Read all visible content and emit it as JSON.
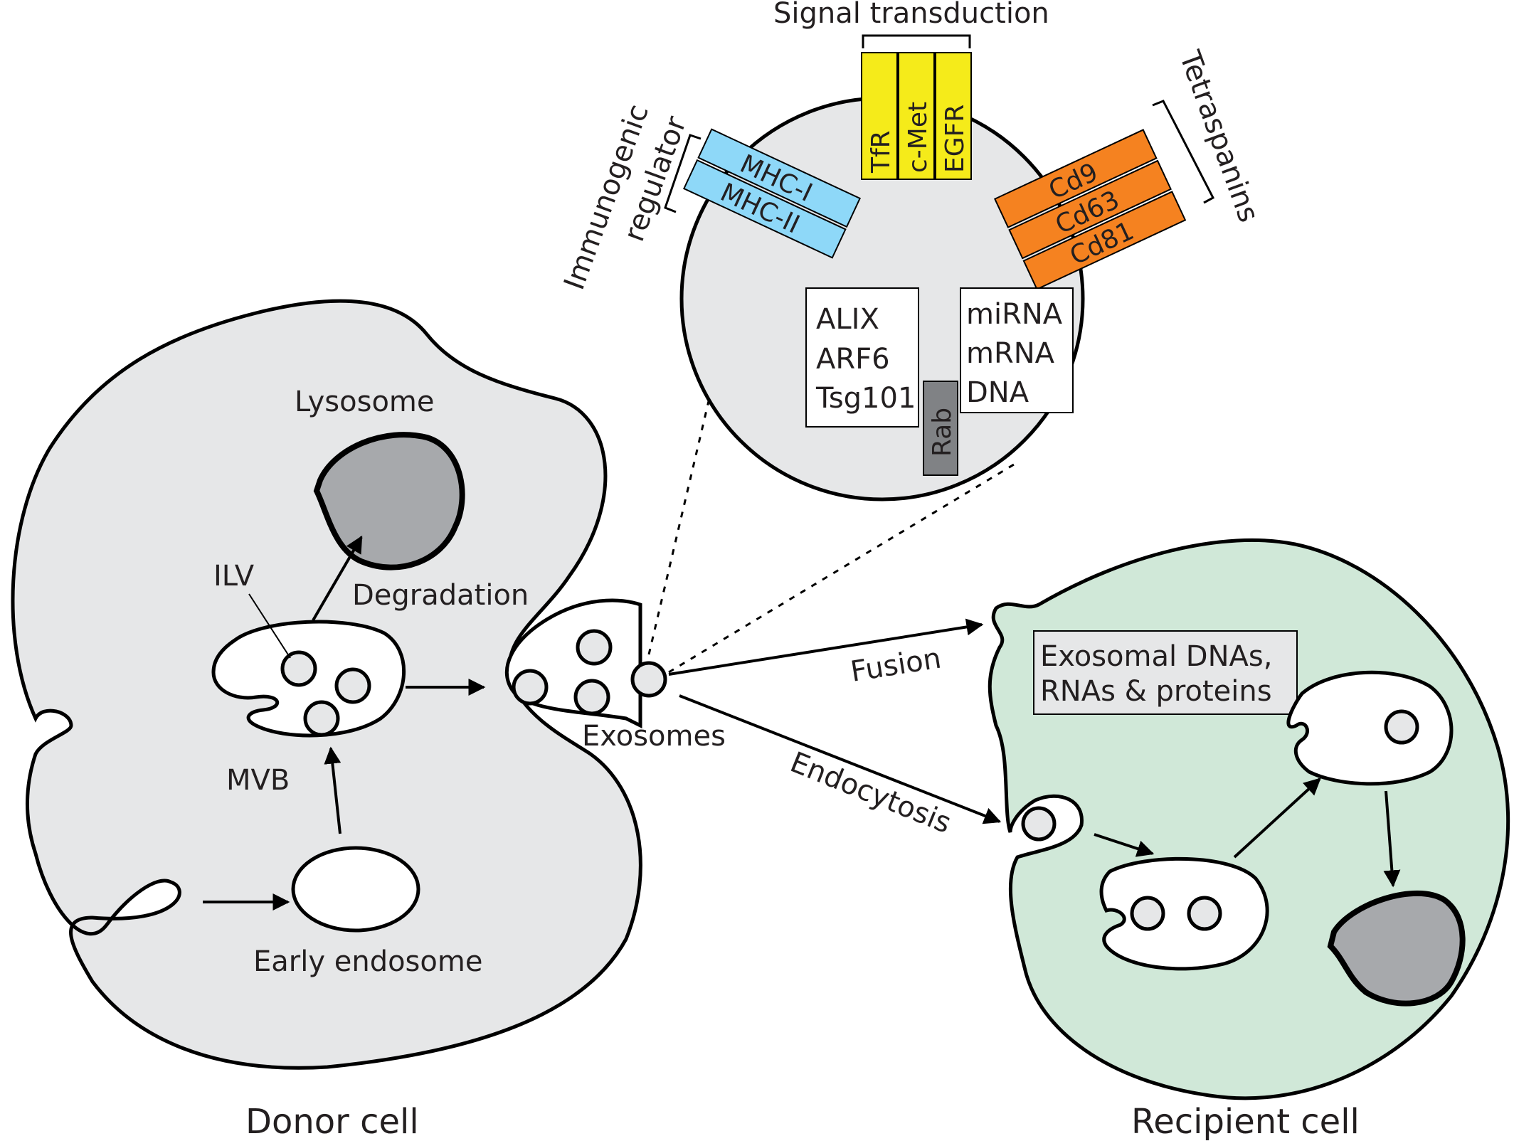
{
  "colors": {
    "cell_fill": "#e6e7e8",
    "recipient_fill": "#d0e8d8",
    "lysosome_fill": "#a7a9ac",
    "mhc": "#8ed8f8",
    "signal": "#f5eb1a",
    "tetraspanin": "#f58220",
    "rab": "#808285"
  },
  "labels": {
    "signal_transduction": "Signal transduction",
    "immunogenic": "Immunogenic",
    "regulator": "regulator",
    "tetraspanins": "Tetraspanins",
    "lysosome": "Lysosome",
    "ilv": "ILV",
    "degradation": "Degradation",
    "mvb": "MVB",
    "early_endosome": "Early endosome",
    "exosomes": "Exosomes",
    "fusion": "Fusion",
    "endocytosis": "Endocytosis",
    "donor_cell": "Donor cell",
    "recipient_cell": "Recipient cell"
  },
  "markers": {
    "signal": [
      "TfR",
      "c-Met",
      "EGFR"
    ],
    "mhc": [
      "MHC-I",
      "MHC-II"
    ],
    "tetraspanins": [
      "Cd9",
      "Cd63",
      "Cd81"
    ],
    "rab": "Rab"
  },
  "boxes": {
    "proteins": [
      "ALIX",
      "ARF6",
      "Tsg101"
    ],
    "nucleic": [
      "miRNA",
      "mRNA",
      "DNA"
    ],
    "exosomal": [
      "Exosomal DNAs,",
      "RNAs & proteins"
    ]
  }
}
